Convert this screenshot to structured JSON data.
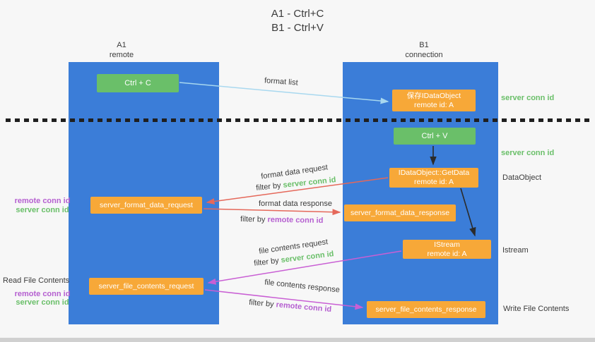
{
  "title": {
    "line1": "A1 - Ctrl+C",
    "line2": "B1 - Ctrl+V"
  },
  "lanes": {
    "left": {
      "name": "A1",
      "subtitle": "remote"
    },
    "right": {
      "name": "B1",
      "subtitle": "connection"
    }
  },
  "nodes": {
    "ctrl_c": {
      "label": "Ctrl + C"
    },
    "save_idataobject": {
      "line1": "保存IDataObject",
      "line2": "remote id: A"
    },
    "ctrl_v": {
      "label": "Ctrl + V"
    },
    "getdata": {
      "line1": "IDataObject::GetData",
      "line2": "remote id: A"
    },
    "format_request": {
      "label": "server_format_data_request"
    },
    "format_response": {
      "label": "server_format_data_response"
    },
    "istream": {
      "line1": "IStream",
      "line2": "remote id: A"
    },
    "file_request": {
      "label": "server_file_contents_request"
    },
    "file_response": {
      "label": "server_file_contents_response"
    }
  },
  "edge_labels": {
    "format_list": "format list",
    "format_data_request": "format data request",
    "format_data_response": "format data response",
    "file_contents_request": "file contents request",
    "file_contents_response": "file contents response",
    "filter_by": "filter by ",
    "server_conn_id": "server conn id",
    "remote_conn_id": "remote conn id"
  },
  "side_labels": {
    "server_conn_id_top": "server conn id",
    "server_conn_id_mid": "server conn id",
    "dataobject": "DataObject",
    "istream": "Istream",
    "write_file_contents": "Write File Contents",
    "read_file_contents": "Read File Contents",
    "remote_conn_id_left_top": "remote conn id",
    "server_conn_id_left_top": "server conn id",
    "remote_conn_id_left_bottom": "remote conn id",
    "server_conn_id_left_bottom": "server conn id"
  },
  "colors": {
    "lane_blue": "#3b7dd8",
    "node_green": "#6abf69",
    "node_orange": "#f7a838",
    "text_green": "#6abf69",
    "text_purple": "#b55fd0",
    "arrow_red": "#e5685a",
    "arrow_violet": "#c95fd4",
    "arrow_blue": "#a8d8ef"
  }
}
